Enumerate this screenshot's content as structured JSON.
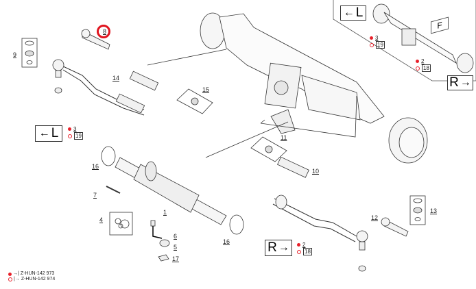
{
  "diagram": {
    "title": "Front axle steering parts exploded view",
    "highlight_color": "#e0141e",
    "ref_color": "#e8202a",
    "callouts": [
      {
        "id": "c1",
        "label": "1"
      },
      {
        "id": "c4",
        "label": "4"
      },
      {
        "id": "c5",
        "label": "5"
      },
      {
        "id": "c6",
        "label": "6"
      },
      {
        "id": "c7",
        "label": "7"
      },
      {
        "id": "c8",
        "label": "8"
      },
      {
        "id": "c9",
        "label": "9"
      },
      {
        "id": "c10",
        "label": "10"
      },
      {
        "id": "c11",
        "label": "11"
      },
      {
        "id": "c12",
        "label": "12"
      },
      {
        "id": "c13",
        "label": "13"
      },
      {
        "id": "c14",
        "label": "14"
      },
      {
        "id": "c15",
        "label": "15"
      },
      {
        "id": "c16a",
        "label": "16"
      },
      {
        "id": "c16b",
        "label": "16"
      },
      {
        "id": "c17",
        "label": "17"
      }
    ],
    "side_markers": {
      "left_main": {
        "letter": "L",
        "arrow": "←",
        "ref_filled": "3",
        "ref_hollow": "19"
      },
      "right_main": {
        "letter": "R",
        "arrow": "→",
        "ref_filled": "2",
        "ref_hollow": "18"
      },
      "inset_left": {
        "letter": "L",
        "arrow": "←",
        "ref_filled": "3",
        "ref_hollow": "19"
      },
      "inset_right": {
        "letter": "R",
        "arrow": "→",
        "ref_filled": "2",
        "ref_hollow": "18"
      },
      "inset_front": {
        "letter": "F"
      }
    },
    "legend": [
      {
        "marker": "filled-dot",
        "symbol": "→|",
        "text": "Z-HUN-142 973"
      },
      {
        "marker": "hollow-dot",
        "symbol": "|→",
        "text": "Z-HUN-142 974"
      }
    ]
  }
}
